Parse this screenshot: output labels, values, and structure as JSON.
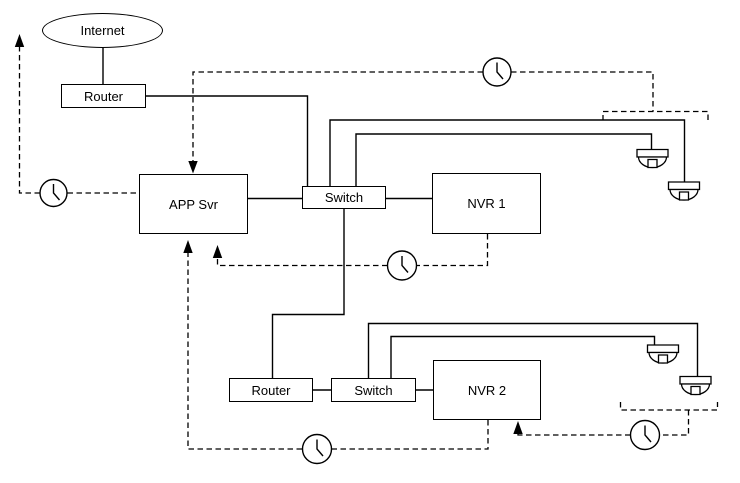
{
  "diagram": {
    "type": "network-time-sync-diagram",
    "colors": {
      "stroke": "#000000",
      "fill": "#ffffff",
      "background": "#ffffff"
    },
    "nodes": {
      "internet": {
        "label": "Internet",
        "shape": "ellipse"
      },
      "router_top": {
        "label": "Router",
        "shape": "rect"
      },
      "app_svr": {
        "label": "APP Svr",
        "shape": "rect"
      },
      "switch_top": {
        "label": "Switch",
        "shape": "rect"
      },
      "nvr1": {
        "label": "NVR 1",
        "shape": "rect"
      },
      "router_bottom": {
        "label": "Router",
        "shape": "rect"
      },
      "switch_bottom": {
        "label": "Switch",
        "shape": "rect"
      },
      "nvr2": {
        "label": "NVR 2",
        "shape": "rect"
      }
    },
    "icon_counts": {
      "clock": 5,
      "dome_camera": 4
    },
    "connections": {
      "solid_network": [
        "Internet - Router(top)",
        "Router(top) - Switch(top)",
        "APP Svr - Switch(top)",
        "Switch(top) - NVR 1",
        "Switch(top) - Camera 1",
        "Switch(top) - Camera 2",
        "Switch(top) - Router(bottom)",
        "Router(bottom) - Switch(bottom)",
        "Switch(bottom) - NVR 2",
        "Switch(bottom) - Camera 3",
        "Switch(bottom) - Camera 4"
      ],
      "dashed_time_sync": [
        "APP Svr - clock - external source (arrow up, top-left)",
        "clock(top) - APP Svr (arrow down into top)",
        "clock(top) - bracket over Camera 1 / Camera 2",
        "NVR 1 - clock - APP Svr (arrow up into bottom)",
        "NVR 2 - clock - APP Svr (arrow up into bottom)",
        "bracket under Camera 3 / Camera 4 - clock - NVR 2 (arrow up into bottom)"
      ]
    }
  }
}
